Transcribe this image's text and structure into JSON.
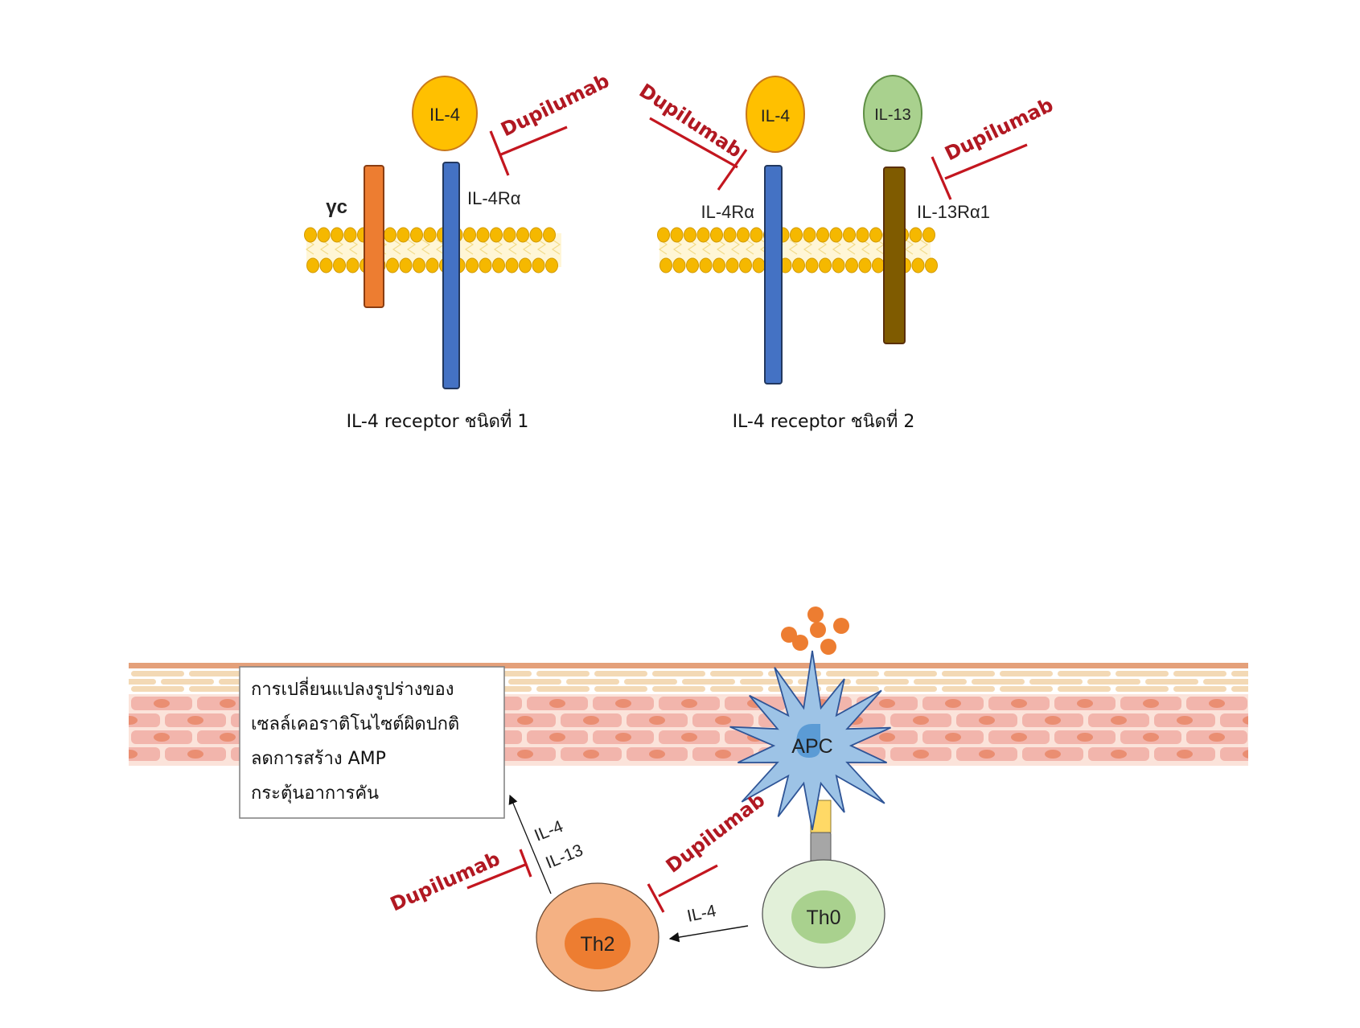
{
  "top_panel": {
    "receptor_type1": {
      "caption": "IL-4 receptor ชนิดที่ 1",
      "ligand": {
        "label": "IL-4",
        "color": "#ffc000",
        "stroke": "#c9791a"
      },
      "chain_gamma": {
        "label": "γc",
        "color": "#ed7d31",
        "stroke": "#8a3d12"
      },
      "chain_alpha": {
        "label": "IL-4Rα",
        "color": "#4472c4",
        "stroke": "#22385f"
      },
      "inhibitor": {
        "label": "Dupilumab"
      }
    },
    "receptor_type2": {
      "caption": "IL-4 receptor ชนิดที่ 2",
      "ligand_il4": {
        "label": "IL-4",
        "color": "#ffc000",
        "stroke": "#c9791a"
      },
      "ligand_il13": {
        "label": "IL-13",
        "color": "#a9d18e",
        "stroke": "#5f8f45"
      },
      "chain_alpha": {
        "label": "IL-4Rα",
        "color": "#4472c4",
        "stroke": "#22385f"
      },
      "chain_il13": {
        "label": "IL-13Rα1",
        "color": "#7f5b00",
        "stroke": "#5a2f0a"
      },
      "inhibitor_left": {
        "label": "Dupilumab"
      },
      "inhibitor_right": {
        "label": "Dupilumab"
      }
    },
    "membrane_color": "#f5b800"
  },
  "bottom_panel": {
    "effects_box": {
      "lines": [
        "การเปลี่ยนแปลงรูปร่างของ",
        "เซลล์เคอราติโนไซต์ผิดปกติ",
        "ลดการสร้าง AMP",
        "กระตุ้นอาการคัน"
      ]
    },
    "apc": {
      "label": "APC",
      "color": "#9dc3e6",
      "stroke": "#2f5597"
    },
    "th0": {
      "label": "Th0",
      "color": "#e2f0d9",
      "nucleus_color": "#a9d18e"
    },
    "th2": {
      "label": "Th2",
      "color": "#f4b183",
      "nucleus_color": "#ed7d31"
    },
    "arrow_th0_th2": {
      "label": "IL-4"
    },
    "arrow_th2_skin": {
      "labels": [
        "IL-4",
        "IL-13"
      ]
    },
    "inhibitor_left": {
      "label": "Dupilumab"
    },
    "inhibitor_right": {
      "label": "Dupilumab"
    },
    "allergen_color": "#ed7d31",
    "skin": {
      "surface_color": "#e4a07a",
      "horny_color": "#f3d9b5",
      "cell_color": "#f2b5ac",
      "cell_bg": "#fbe3da",
      "nucleus_color": "#ea8e72"
    }
  }
}
